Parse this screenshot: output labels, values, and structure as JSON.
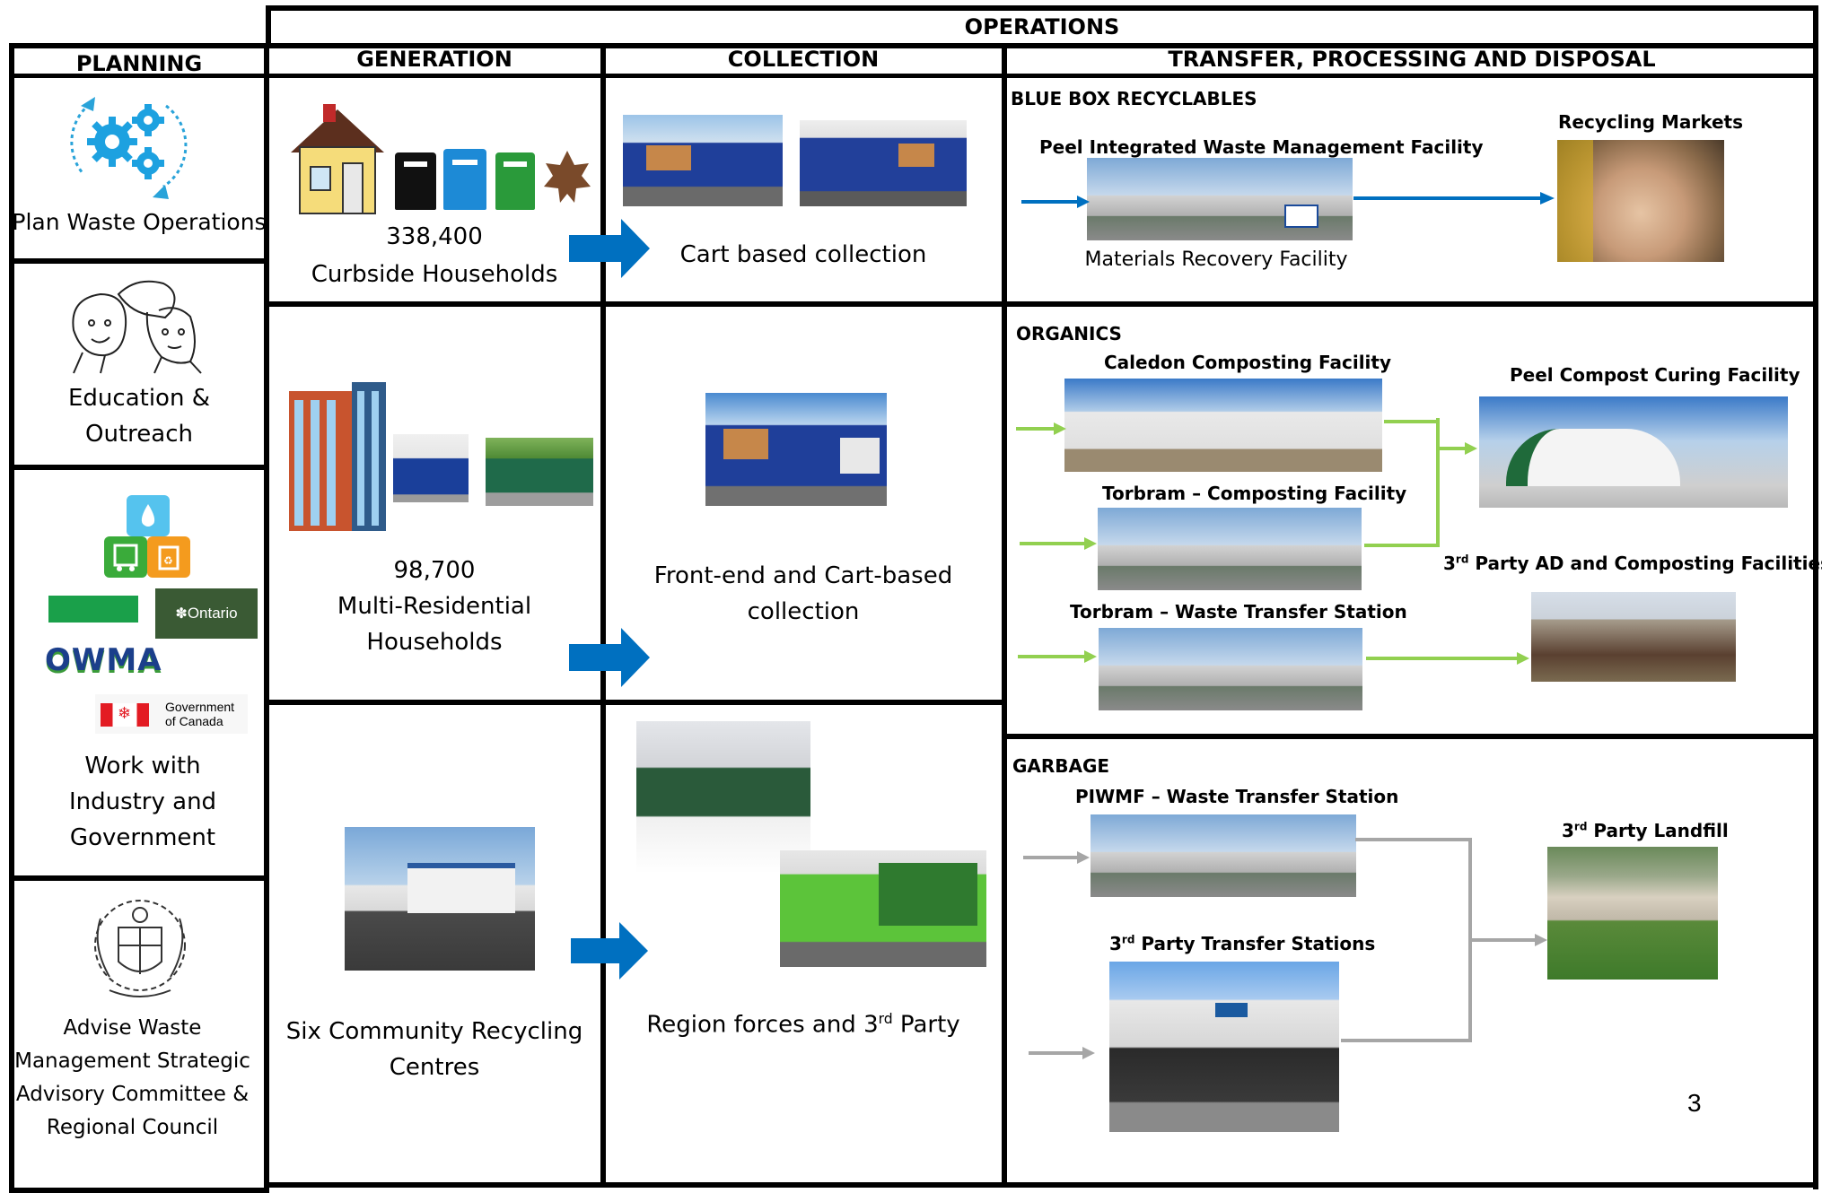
{
  "headers": {
    "operations": "OPERATIONS",
    "planning": "PLANNING",
    "generation": "GENERATION",
    "collection": "COLLECTION",
    "transfer": "TRANSFER, PROCESSING AND DISPOSAL"
  },
  "planning": {
    "plan": "Plan Waste Operations",
    "education_line1": "Education &",
    "education_line2": "Outreach",
    "work_line1": "Work with",
    "work_line2": "Industry and",
    "work_line3": "Government",
    "advise_line1": "Advise Waste",
    "advise_line2": "Management Strategic",
    "advise_line3": "Advisory Committee &",
    "advise_line4": "Regional Council",
    "logo_ontario": "Ontario",
    "logo_owma": "OWMA",
    "logo_canada_line1": "Government",
    "logo_canada_line2": "of Canada"
  },
  "generation": {
    "curbside_count": "338,400",
    "curbside_label": "Curbside Households",
    "multi_count": "98,700",
    "multi_label_line1": "Multi-Residential",
    "multi_label_line2": "Households",
    "crc_line1": "Six Community Recycling",
    "crc_line2": "Centres"
  },
  "collection": {
    "cart": "Cart based collection",
    "frontend_line1": "Front-end and Cart-based",
    "frontend_line2": "collection",
    "region_pre": "Region forces and 3",
    "region_sup": "rd",
    "region_post": " Party"
  },
  "transfer": {
    "bluebox": {
      "section": "BLUE BOX RECYCLABLES",
      "piwmf": "Peel Integrated Waste Management Facility",
      "mrf": "Materials Recovery Facility",
      "markets": "Recycling Markets"
    },
    "organics": {
      "section": "ORGANICS",
      "caledon": "Caledon Composting Facility",
      "torbram_comp": "Torbram – Composting Facility",
      "torbram_wts": "Torbram – Waste Transfer Station",
      "curing": "Peel Compost Curing Facility",
      "third_pre": "3",
      "third_sup": "rd",
      "third_post": " Party AD and Composting Facilities"
    },
    "garbage": {
      "section": "GARBAGE",
      "piwmf_wts": "PIWMF – Waste Transfer Station",
      "third_ts_pre": "3",
      "third_ts_sup": "rd",
      "third_ts_post": " Party Transfer Stations",
      "landfill_pre": "3",
      "landfill_sup": "rd",
      "landfill_post": " Party Landfill"
    }
  },
  "page_number": "3",
  "colors": {
    "blue_arrow": "#0070c0",
    "green_arrow": "#92d050",
    "grey_arrow": "#a6a6a6"
  }
}
